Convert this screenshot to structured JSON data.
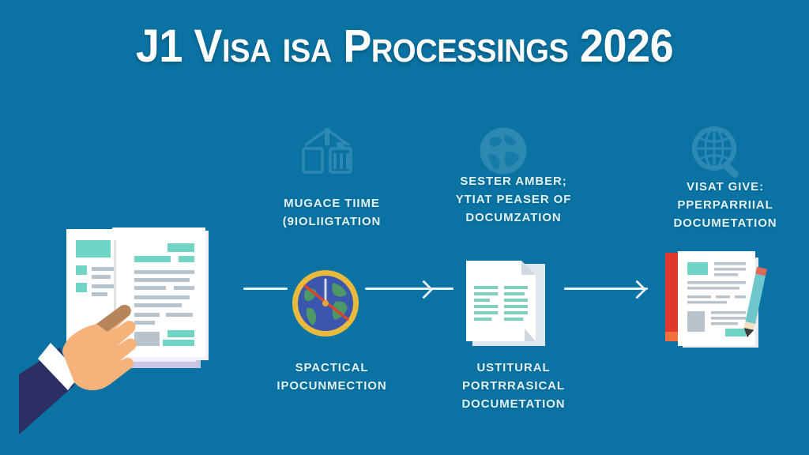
{
  "background_color": "#0a73a3",
  "title": "J1 Visa isa Processings 2026",
  "accent_colors": {
    "background": "#0a73a3",
    "title_text": "#ffffff",
    "caption_text": "#dff3f8",
    "arrow": "#e9f6fa",
    "doc_highlight_teal": "#6fd4c4",
    "doc_text_gray": "#b9c3cb",
    "folder_red": "#e0392c",
    "pencil_teal": "#6fc7cc",
    "clock_ring_gold": "#e8b93b",
    "clock_face_blue": "#3a56ad",
    "clock_land_green": "#4f9e63",
    "clock_hand_red": "#d8452f",
    "skin": "#f5b27a",
    "suit_navy": "#2b2f63",
    "cuff_white": "#ffffff"
  },
  "watermarks": [
    {
      "name": "upload-documents-icon",
      "glyph": "upload"
    },
    {
      "name": "globe-icon",
      "glyph": "globe"
    },
    {
      "name": "magnifier-globe-icon",
      "glyph": "magnifier"
    }
  ],
  "steps": [
    {
      "id": "step-1",
      "top_caption": "MUGACE TIIME\n(9IOLIIGTATION",
      "top_caption_lines": [
        "MUGACE TIIME",
        "(9IOLIIGTATION"
      ],
      "bottom_caption_lines": [
        "SPACTICAL",
        "IPOCUNMECTION"
      ],
      "icon": "clock-globe-icon"
    },
    {
      "id": "step-2",
      "top_caption_lines": [
        "SESTER AMBER;",
        "YTIAT PEASER OF",
        "DOCUMZATION"
      ],
      "bottom_caption_lines": [
        "USTITURAL",
        "PORTRRASICAL",
        "DOCUMETATION"
      ],
      "icon": "document-icon"
    },
    {
      "id": "step-3",
      "top_caption_lines": [
        "VISAT GIVE:",
        "PPERPARRIIAL",
        "DOCUMETATION"
      ],
      "bottom_caption_lines": [],
      "icon": "notebook-pencil-icon"
    }
  ],
  "captions": {
    "top_1": "MUGACE TIIME\n(9IOLIIGTATION",
    "top_2": "SESTER AMBER;\nYTIAT PEASER OF\nDOCUMZATION",
    "top_3": "VISAT GIVE:\nPPERPARRIIAL\nDOCUMETATION",
    "bottom_1": "SPACTICAL\nIPOCUNMECTION",
    "bottom_2": "USTITURAL\nPORTRRASICAL\nDOCUMETATION"
  },
  "illustrations": {
    "left": "hand-reviewing-documents",
    "center_left": "clock-globe",
    "center_right": "document-sheet",
    "right": "notebook-with-pencil"
  }
}
